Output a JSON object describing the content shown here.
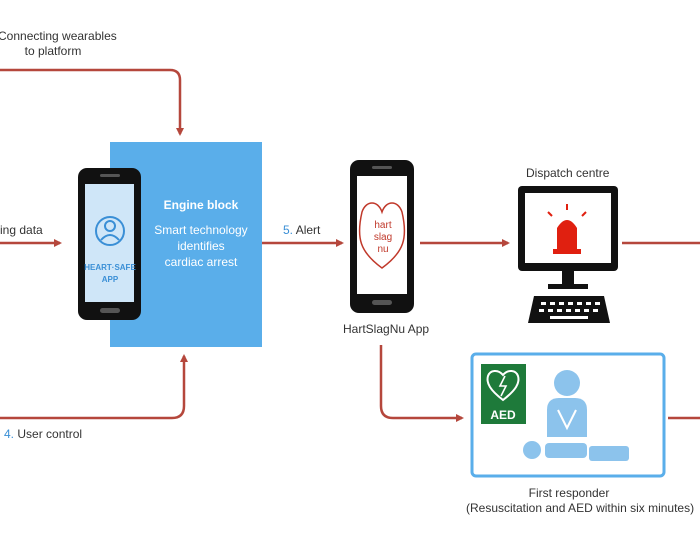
{
  "labels": {
    "connecting_wearables": "Connecting wearables",
    "to_platform": "to platform",
    "sending_data_partial": "ing data",
    "user_control_num": "4.",
    "user_control": "User control",
    "alert_num": "5.",
    "alert": "Alert",
    "dispatch_centre": "Dispatch centre",
    "hartslagnu_app": "HartSlagNu App",
    "first_responder": "First responder",
    "first_responder_detail": "(Resuscitation and AED within six minutes)"
  },
  "engine": {
    "title": "Engine block",
    "line1": "Smart technology",
    "line2": "identifies",
    "line3": "cardiac arrest"
  },
  "phone_left": {
    "brand_line1": "HEART·SAFE",
    "brand_line2": "APP"
  },
  "phone_mid": {
    "logo_line1": "hart",
    "logo_line2": "slag",
    "logo_line3": "nu"
  },
  "aed": {
    "label": "AED"
  },
  "colors": {
    "arrow": "#b5473c",
    "engine_blue": "#5aaeea",
    "screen_blue": "#c9e3f7",
    "person_blue": "#8cc3ec",
    "siren_red": "#e02010",
    "aed_green": "#1e7a3a",
    "accent_blue": "#3a8fd6"
  }
}
